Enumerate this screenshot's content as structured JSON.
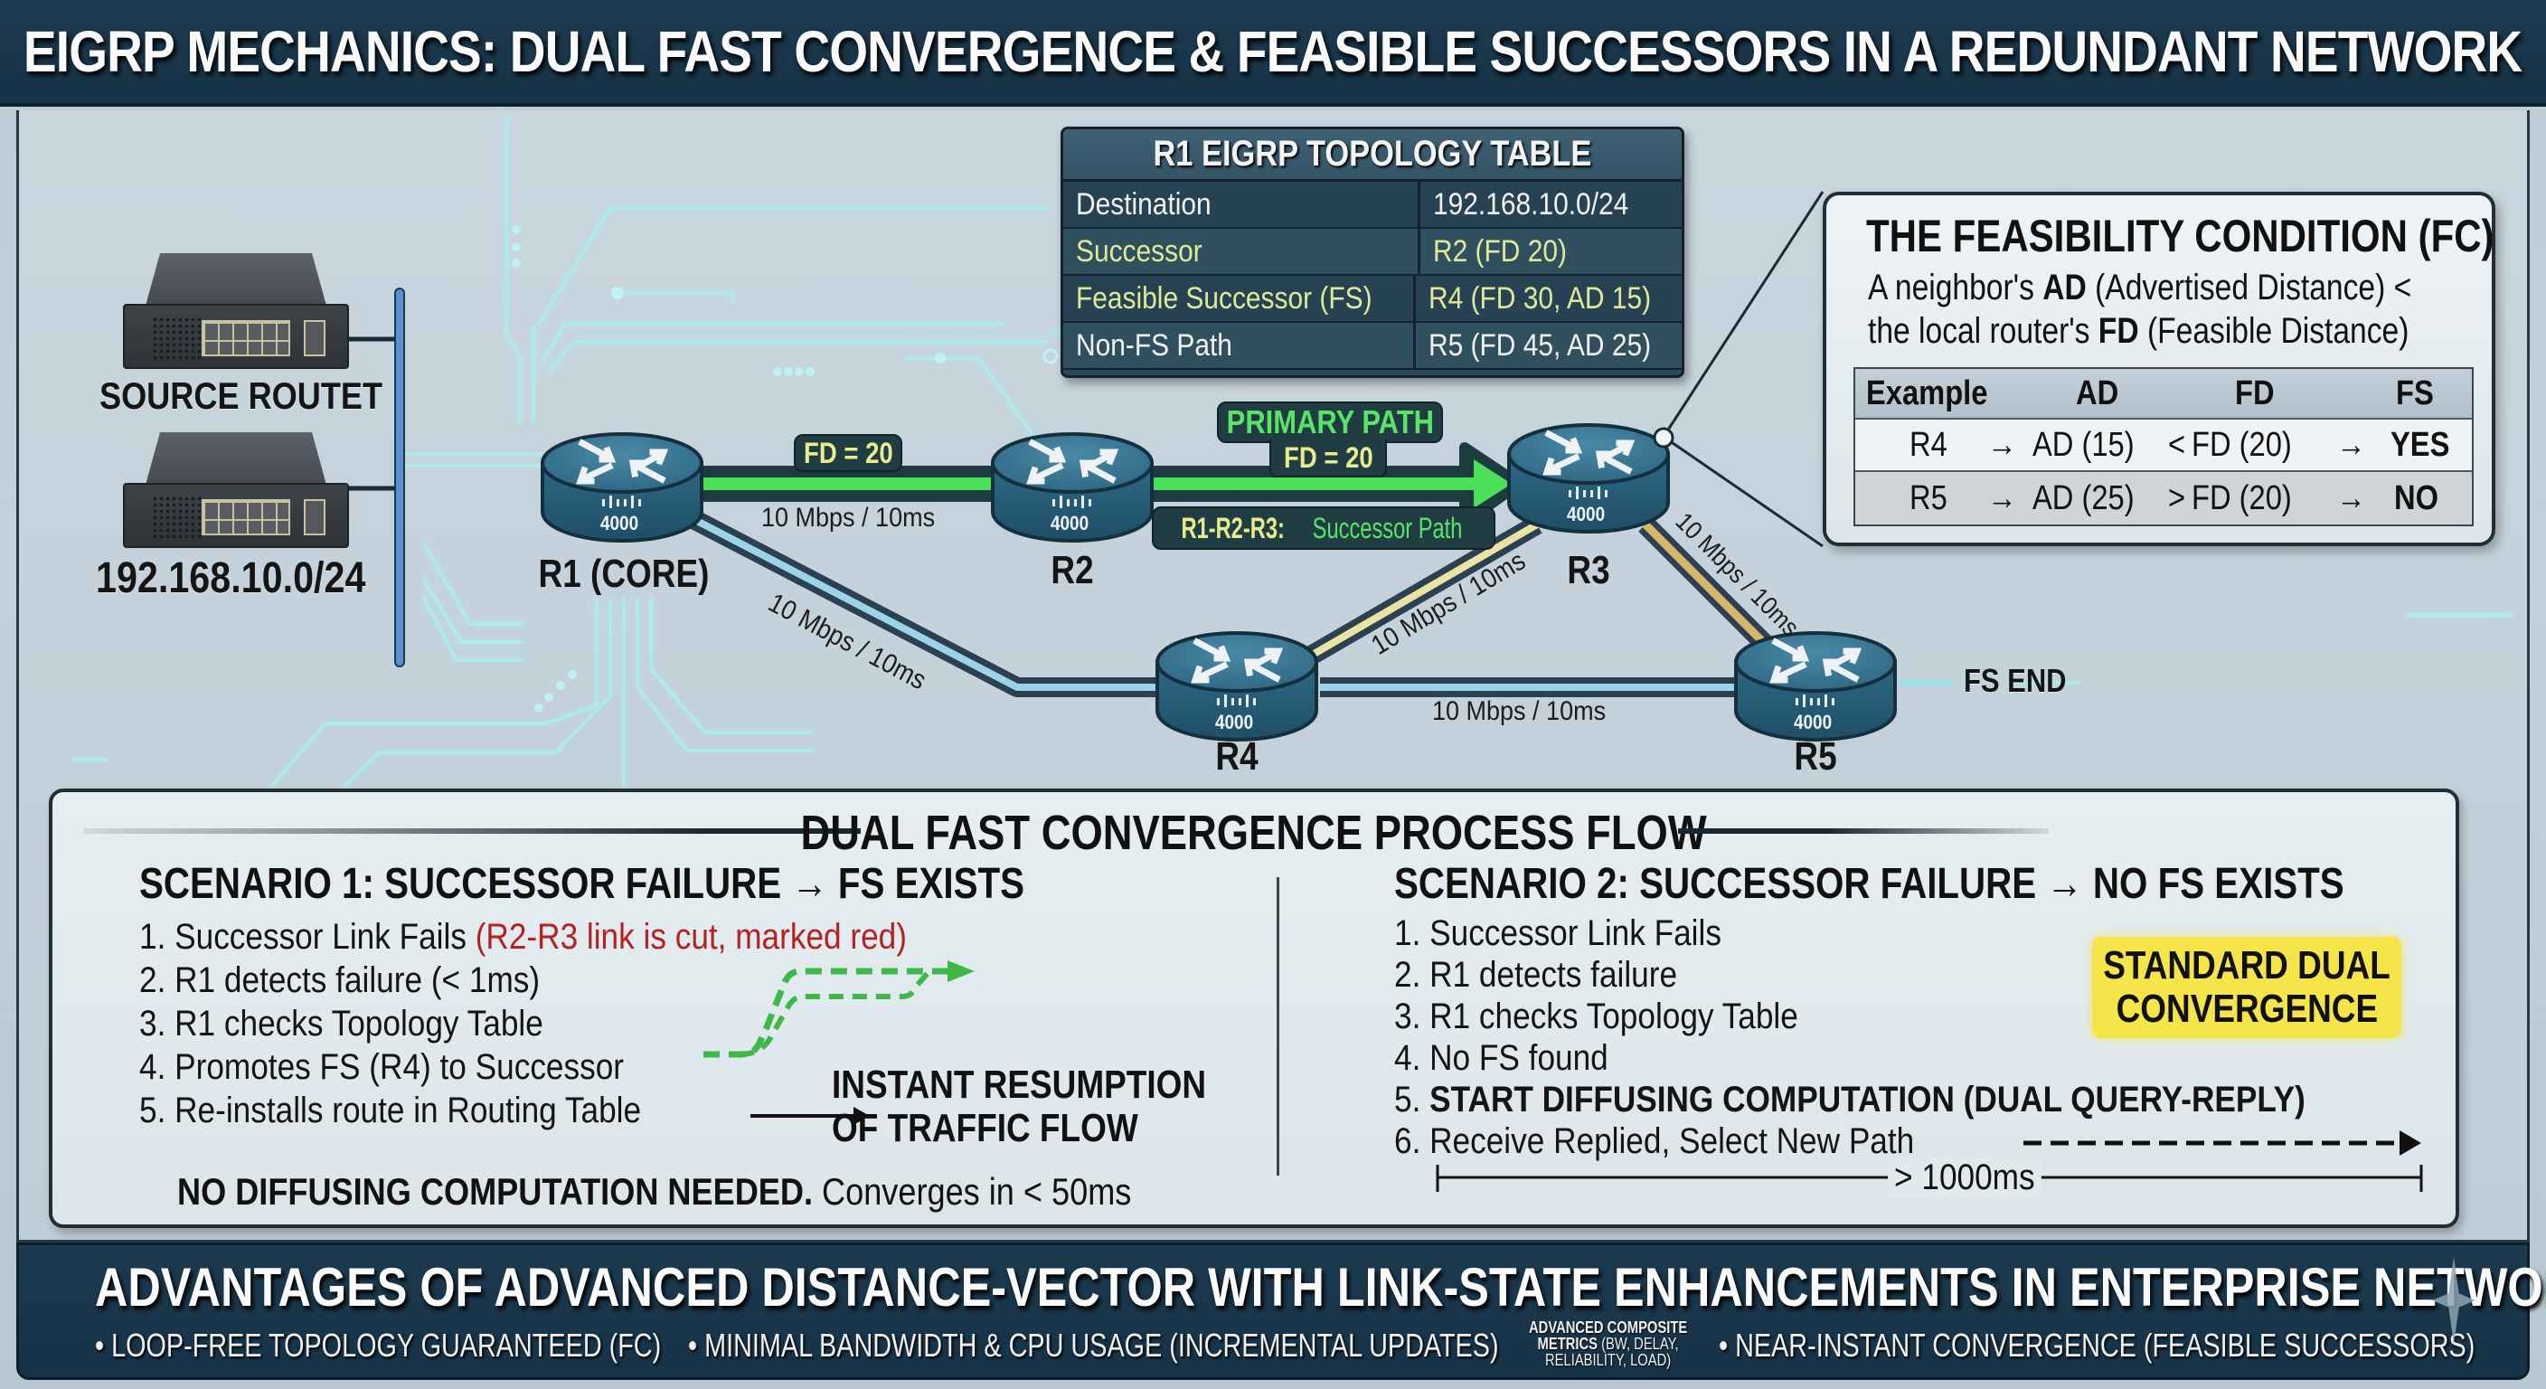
{
  "title": "EIGRP MECHANICS: DUAL FAST CONVERGENCE & FEASIBLE SUCCESSORS IN A REDUNDANT NETWORK",
  "source": {
    "label": "SOURCE ROUTET",
    "network": "192.168.10.0/24"
  },
  "routers": {
    "r1": {
      "name": "R1 (CORE)",
      "model": "4000"
    },
    "r2": {
      "name": "R2",
      "model": "4000"
    },
    "r3": {
      "name": "R3",
      "model": "4000"
    },
    "r4": {
      "name": "R4",
      "model": "4000"
    },
    "r5": {
      "name": "R5",
      "model": "4000"
    }
  },
  "links": {
    "r1_r2": {
      "label": "10 Mbps / 10ms",
      "fd": "FD = 20"
    },
    "r2_r3": {
      "primary": "PRIMARY PATH",
      "fd": "FD = 20",
      "path_prefix": "R1-R2-R3:",
      "path_suffix": "Successor Path"
    },
    "r1_r4": {
      "label": "10 Mbps / 10ms"
    },
    "r4_r3": {
      "label": "10 Mbps / 10ms"
    },
    "r4_r5": {
      "label": "10 Mbps / 10ms"
    },
    "r3_r5": {
      "label": "10 Mbps / 10ms"
    },
    "r5_end": "FS END"
  },
  "colors": {
    "primary_path": "#4ce05a",
    "fs_path": "#e6dfa0",
    "non_fs_path": "#d9b46a",
    "yes": "#2c8a33",
    "no": "#d32a2a",
    "highlight": "#f6e54a",
    "header_bg": "#1d3b4f"
  },
  "topology_table": {
    "title": "R1 EIGRP TOPOLOGY TABLE",
    "rows": [
      {
        "key": "Destination",
        "value": "192.168.10.0/24",
        "highlight": false
      },
      {
        "key": "Successor",
        "value": "R2 (FD 20)",
        "highlight": true
      },
      {
        "key": "Feasible Successor (FS)",
        "value": "R4 (FD 30, AD 15)",
        "highlight": true
      },
      {
        "key": "Non-FS Path",
        "value": "R5 (FD 45, AD 25)",
        "highlight": false
      }
    ]
  },
  "feasibility": {
    "title": "THE FEASIBILITY CONDITION (FC)",
    "desc_1": "A neighbor's ",
    "desc_ad": "AD",
    "desc_2": " (Advertised Distance) <",
    "desc_3": "the local router's ",
    "desc_fd": "FD",
    "desc_4": " (Feasible Distance)",
    "headers": [
      "Example",
      "AD",
      "FD",
      "FS"
    ],
    "rows": [
      {
        "example": "R4",
        "arrow1": "→",
        "ad": "AD (15)",
        "op": "<",
        "fd": "FD (20)",
        "arrow2": "→",
        "fs": "YES"
      },
      {
        "example": "R5",
        "arrow1": "→",
        "ad": "AD (25)",
        "op": ">",
        "fd": "FD (20)",
        "arrow2": "→",
        "fs": "NO"
      }
    ]
  },
  "flow": {
    "title": "DUAL FAST CONVERGENCE PROCESS FLOW",
    "scenario1": {
      "title": "SCENARIO 1: SUCCESSOR FAILURE → FS EXISTS",
      "steps": [
        "1. Successor Link Fails ",
        "2. R1 detects failure (< 1ms)",
        "3. R1 checks Topology Table",
        "4. Promotes FS (R4) to Successor",
        "5. Re-installs route in Routing Table"
      ],
      "step1_note": "(R2-R3 link is cut, marked red)",
      "instant_1": "INSTANT RESUMPTION",
      "instant_2": "OF TRAFFIC FLOW",
      "note_bold": "NO DIFFUSING COMPUTATION NEEDED.",
      "note_rest": " Converges in < 50ms"
    },
    "scenario2": {
      "title": "SCENARIO 2: SUCCESSOR FAILURE → NO FS EXISTS",
      "steps": [
        "1. Successor Link Fails",
        "2. R1 detects failure",
        "3. R1 checks Topology Table",
        "4. No FS found",
        "5. ",
        "6. Receive Replied, Select New Path"
      ],
      "step5_bold": "START DIFFUSING COMPUTATION (DUAL QUERY-REPLY)",
      "badge_1": "STANDARD DUAL",
      "badge_2": "CONVERGENCE",
      "timeline": "> 1000ms"
    }
  },
  "footer": {
    "title": "ADVANTAGES OF ADVANCED DISTANCE-VECTOR WITH LINK-STATE ENHANCEMENTS IN ENTERPRISE NETWORKS",
    "items": [
      "• LOOP-FREE TOPOLOGY GUARANTEED (FC)",
      "• MINIMAL BANDWIDTH & CPU USAGE  (INCREMENTAL UPDATES)",
      "• NEAR-INSTANT CONVERGENCE (FEASIBLE SUCCESSORS)"
    ],
    "small_item_1": "ADVANCED COMPOSITE",
    "small_item_2": "METRICS",
    "small_item_3": " (BW, DELAY,",
    "small_item_4": "RELIABILITY, LOAD)"
  }
}
